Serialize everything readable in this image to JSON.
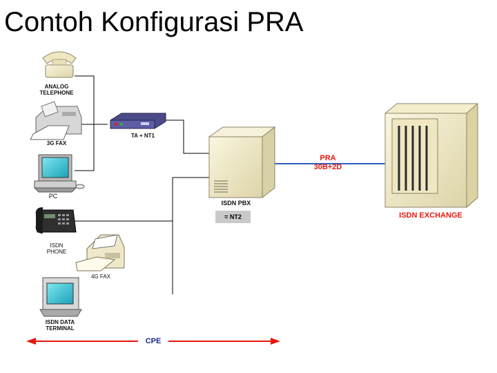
{
  "title": "Contoh Konfigurasi PRA",
  "devices": {
    "analog_telephone": "ANALOG TELEPHONE",
    "fax_3g": "3G FAX",
    "pc": "PC",
    "isdn_phone": "ISDN PHONE",
    "fax_4g": "4G FAX",
    "isdn_data_terminal": "ISDN DATA TERMINAL",
    "ta_nt1": "TA + NT1",
    "isdn_pbx": "ISDN PBX",
    "nt2": "= NT2",
    "isdn_exchange": "ISDN EXCHANGE"
  },
  "link": {
    "pra_label": "PRA",
    "channels": "30B+2D",
    "cpe_label": "CPE"
  },
  "colors": {
    "red": "#e8170f",
    "blue": "#2f5fbf",
    "device_beige": "#f3edcb",
    "screen_cyan": "#39c2d3"
  }
}
